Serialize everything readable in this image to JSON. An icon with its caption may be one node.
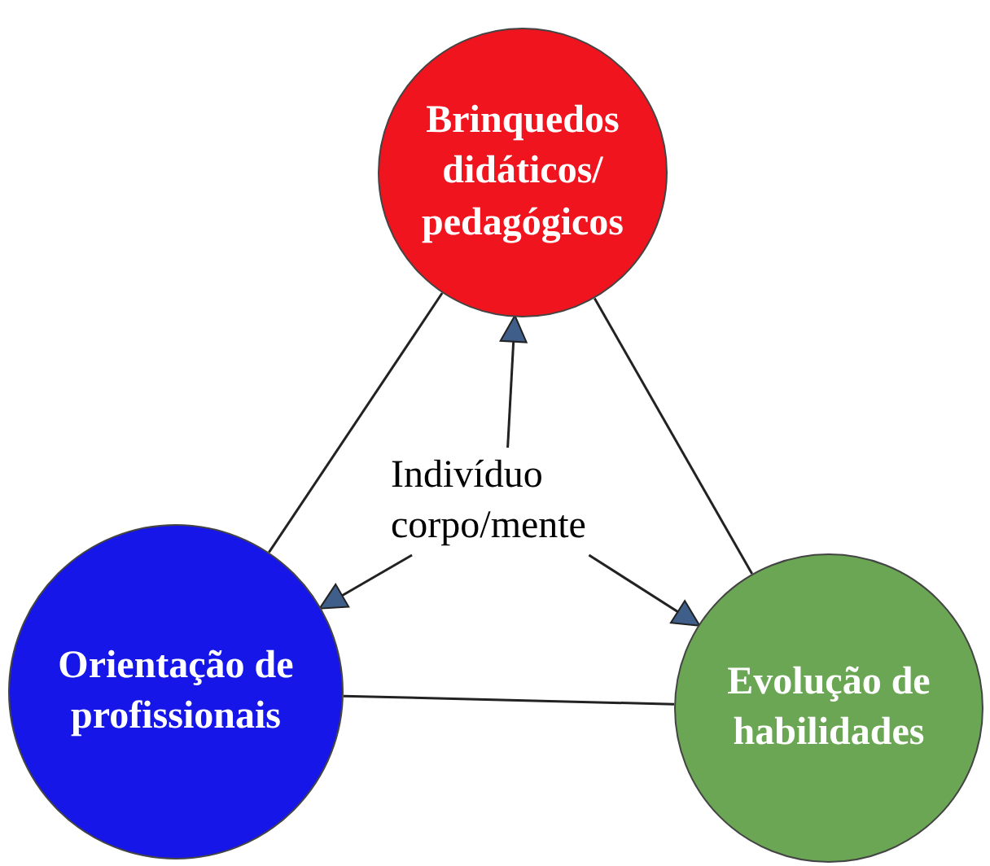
{
  "diagram": {
    "nodes": [
      {
        "text": [
          "Brinquedos didáticos/ pedagógicos"
        ]
      },
      {
        "text": [
          "Orientação de profissionais"
        ]
      },
      {
        "text": [
          "Evolução de habilidades"
        ]
      },
      {
        "text": [
          "Indivíduo corpo/mente"
        ]
      }
    ],
    "edges": [
      {
        "from": 0,
        "to": 1,
        "arrow": "none"
      },
      {
        "from": 0,
        "to": 2,
        "arrow": "none"
      },
      {
        "from": 1,
        "to": 2,
        "arrow": "none"
      },
      {
        "from": 3,
        "to": 0,
        "arrow": "to"
      },
      {
        "from": 3,
        "to": 1,
        "arrow": "to"
      },
      {
        "from": 3,
        "to": 2,
        "arrow": "to"
      }
    ]
  }
}
